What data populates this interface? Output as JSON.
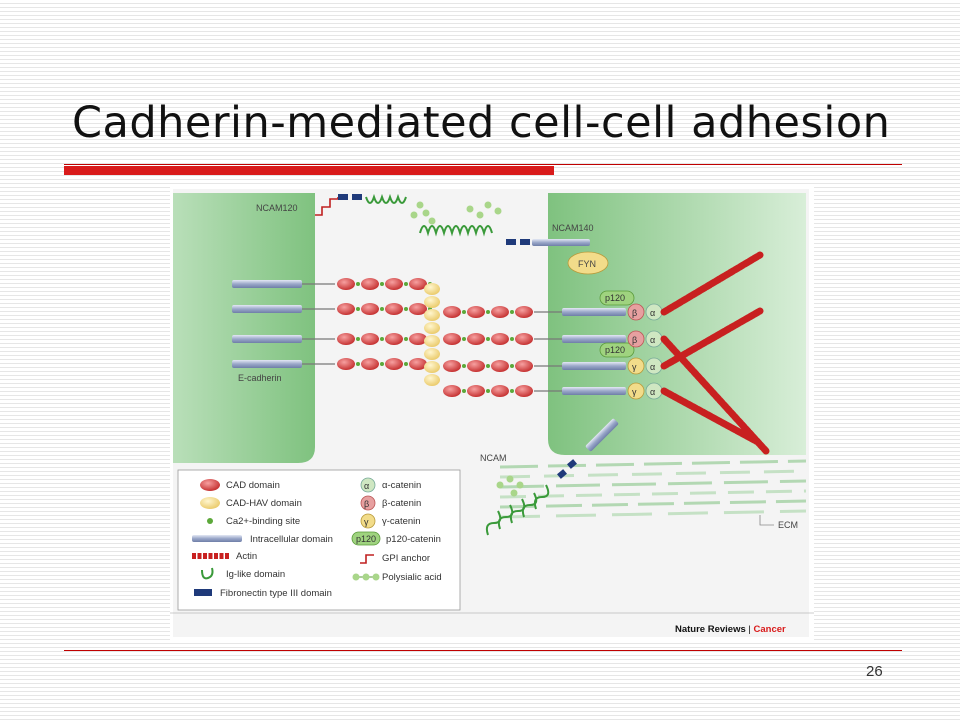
{
  "slide": {
    "title": "Cadherin-mediated cell-cell adhesion",
    "page_number": "26"
  },
  "colors": {
    "accent_red": "#d91b1b",
    "cell_green": "#8cc98c",
    "cad_domain": "#d63a3a",
    "cad_hav": "#f2dc8a",
    "intracellular": "#9aa7c9",
    "fibronectin": "#1f3a7a",
    "ig_like": "#3a9a3a"
  },
  "figure": {
    "labels": {
      "ncam120": "NCAM120",
      "ncam140": "NCAM140",
      "fyn": "FYN",
      "e_cadherin": "E-cadherin",
      "ncam": "NCAM",
      "ecm": "ECM",
      "p120": "p120",
      "beta": "β",
      "alpha": "α",
      "gamma": "γ"
    },
    "legend": {
      "left": [
        {
          "icon": "cad-domain-icon",
          "label": "CAD domain"
        },
        {
          "icon": "cad-hav-domain-icon",
          "label": "CAD-HAV domain"
        },
        {
          "icon": "ca-binding-site-icon",
          "label": "Ca2+-binding site"
        },
        {
          "icon": "intracellular-domain-icon",
          "label": "Intracellular domain"
        },
        {
          "icon": "actin-icon",
          "label": "Actin"
        },
        {
          "icon": "ig-like-domain-icon",
          "label": "Ig-like domain"
        },
        {
          "icon": "fibronectin-domain-icon",
          "label": "Fibronectin type III domain"
        }
      ],
      "right": [
        {
          "icon": "alpha-catenin-icon",
          "glyph": "α",
          "label": "α-catenin"
        },
        {
          "icon": "beta-catenin-icon",
          "glyph": "β",
          "label": "β-catenin"
        },
        {
          "icon": "gamma-catenin-icon",
          "glyph": "γ",
          "label": "γ-catenin"
        },
        {
          "icon": "p120-catenin-icon",
          "glyph": "p120",
          "label": "p120-catenin"
        },
        {
          "icon": "gpi-anchor-icon",
          "label": "GPI anchor"
        },
        {
          "icon": "polysialic-acid-icon",
          "label": "Polysialic acid"
        }
      ]
    },
    "credit": {
      "journal": "Nature Reviews",
      "separator": " | ",
      "section": "Cancer"
    }
  }
}
